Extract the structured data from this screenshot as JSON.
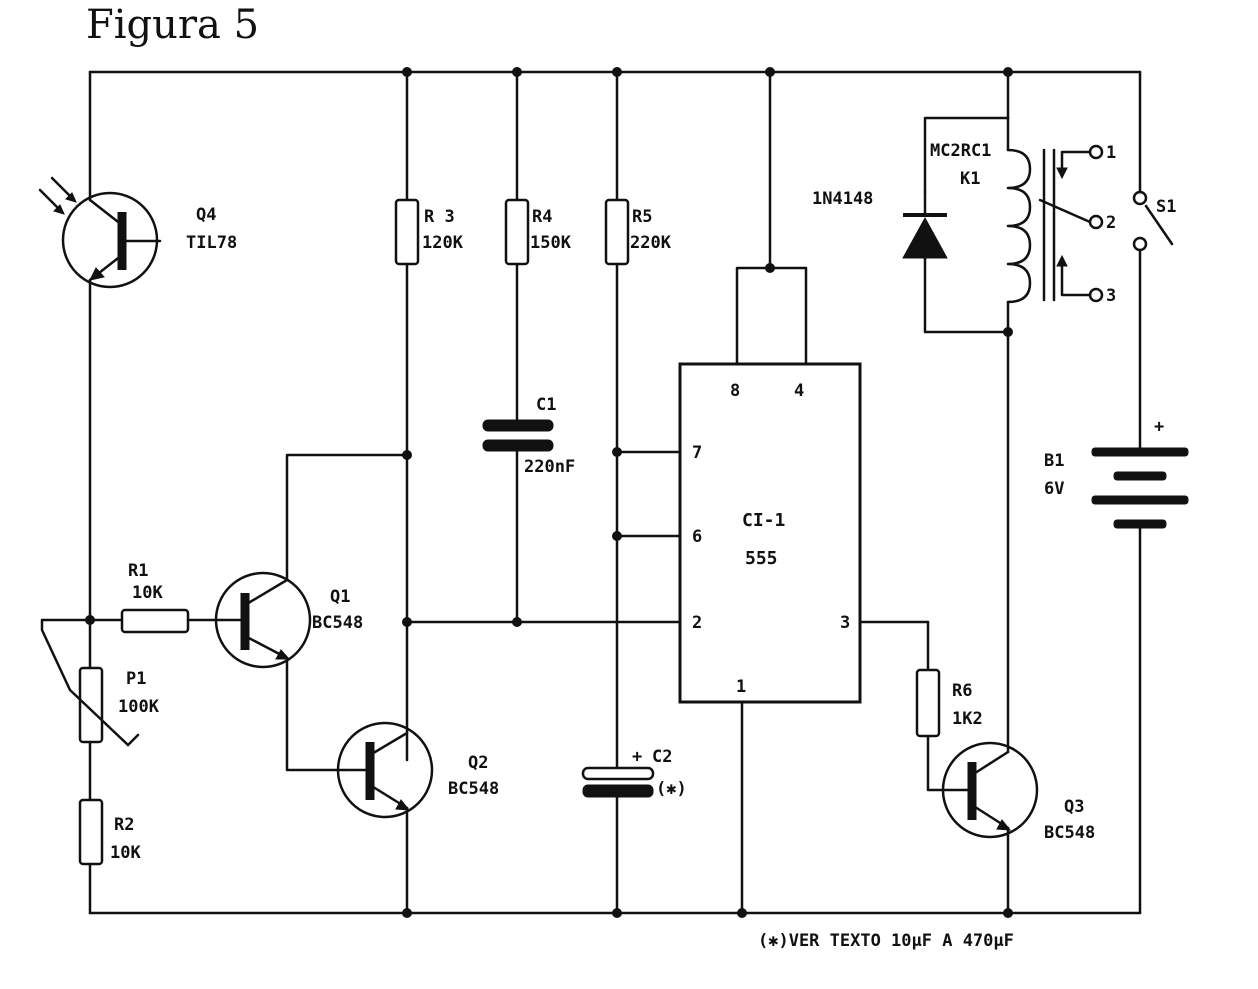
{
  "title": "Figura 5",
  "footnote": "(✱)VER TEXTO 10µF A 470µF",
  "components": {
    "q4": {
      "ref": "Q4",
      "value": "TIL78"
    },
    "r3": {
      "ref": "R 3",
      "value": "120K"
    },
    "r4": {
      "ref": "R4",
      "value": "150K"
    },
    "r5": {
      "ref": "R5",
      "value": "220K"
    },
    "c1": {
      "ref": "C1",
      "value": "220nF"
    },
    "c2": {
      "ref": "C2",
      "plus": "+",
      "note": "(✱)"
    },
    "r1": {
      "ref": "R1",
      "value": "10K"
    },
    "q1": {
      "ref": "Q1",
      "value": "BC548"
    },
    "q2": {
      "ref": "Q2",
      "value": "BC548"
    },
    "q3": {
      "ref": "Q3",
      "value": "BC548"
    },
    "p1": {
      "ref": "P1",
      "value": "100K"
    },
    "r2": {
      "ref": "R2",
      "value": "10K"
    },
    "r6": {
      "ref": "R6",
      "value": "1K2"
    },
    "ic": {
      "ref": "CI-1",
      "value": "555",
      "pins": {
        "p8": "8",
        "p4": "4",
        "p7": "7",
        "p6": "6",
        "p2": "2",
        "p3": "3",
        "p1": "1"
      }
    },
    "d1": {
      "value": "1N4148"
    },
    "k1": {
      "ref": "K1",
      "value": "MC2RC1",
      "contacts": {
        "c1": "1",
        "c2": "2",
        "c3": "3"
      }
    },
    "s1": {
      "ref": "S1"
    },
    "b1": {
      "ref": "B1",
      "value": "6V",
      "plus": "+"
    }
  }
}
